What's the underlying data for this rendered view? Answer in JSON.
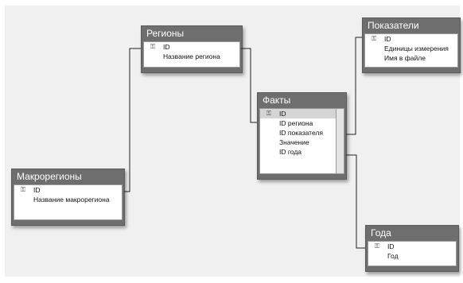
{
  "tables": {
    "regions": {
      "title": "Регионы",
      "fields": [
        {
          "name": "ID",
          "key": true
        },
        {
          "name": "Название региона",
          "key": false
        }
      ]
    },
    "indicators": {
      "title": "Показатели",
      "fields": [
        {
          "name": "ID",
          "key": true
        },
        {
          "name": "Единицы измерения",
          "key": false
        },
        {
          "name": "Имя в файле",
          "key": false
        }
      ]
    },
    "facts": {
      "title": "Факты",
      "fields": [
        {
          "name": "ID",
          "key": true
        },
        {
          "name": "ID региона",
          "key": false
        },
        {
          "name": "ID показателя",
          "key": false
        },
        {
          "name": "Значение",
          "key": false
        },
        {
          "name": "ID года",
          "key": false
        }
      ]
    },
    "macroregions": {
      "title": "Макрорегионы",
      "fields": [
        {
          "name": "ID",
          "key": true
        },
        {
          "name": "Название макрорегиона",
          "key": false
        }
      ]
    },
    "years": {
      "title": "Года",
      "fields": [
        {
          "name": "ID",
          "key": true
        },
        {
          "name": "Год",
          "key": false
        }
      ]
    }
  },
  "icons": {
    "primary_key": "key-icon"
  },
  "colors": {
    "table_header": "#6e6e6e",
    "canvas": "#f0f0f0",
    "selected_row": "#d5d5d5",
    "relationship_line": "#222222"
  }
}
